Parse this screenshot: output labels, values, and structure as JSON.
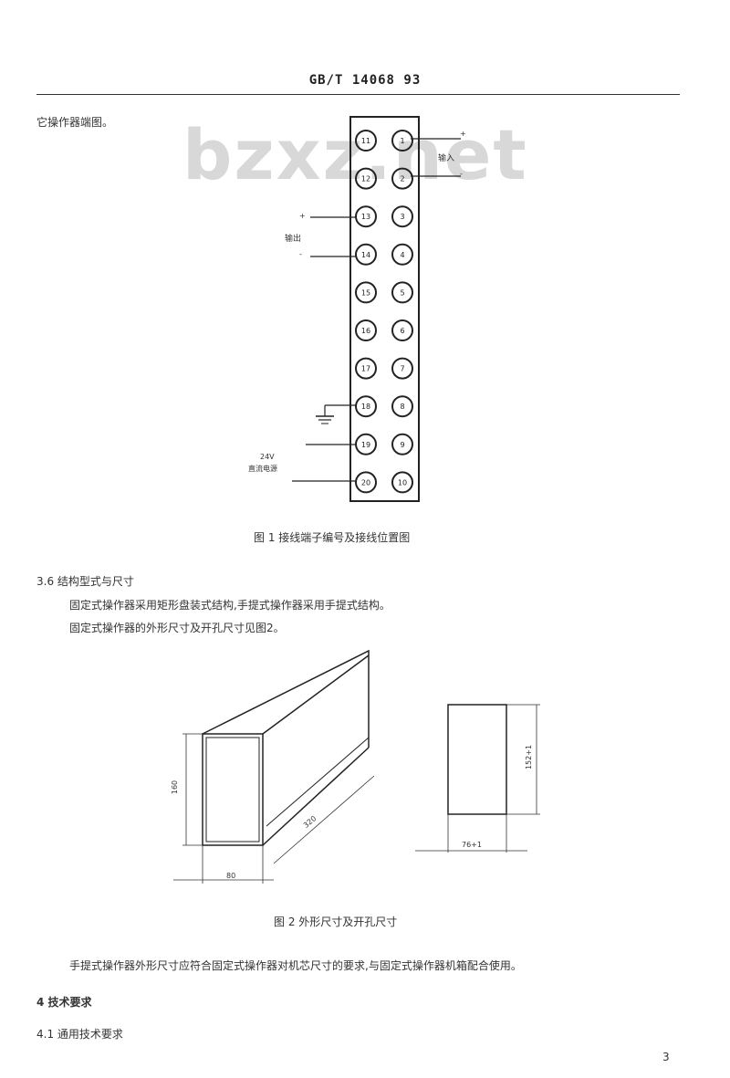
{
  "header": {
    "title": "GB/T 14068 93"
  },
  "watermark": "bzxz.net",
  "intro": "它操作器端图。",
  "figure1": {
    "caption": "图 1 接线端子编号及接线位置图",
    "left_terminals": [
      "11",
      "12",
      "13",
      "14",
      "15",
      "16",
      "17",
      "18",
      "19",
      "20"
    ],
    "right_terminals": [
      "1",
      "2",
      "3",
      "4",
      "5",
      "6",
      "7",
      "8",
      "9",
      "10"
    ],
    "input_label": "输入",
    "output_label": "输出",
    "plus": "+",
    "minus": "-",
    "power_label_1": "24V",
    "power_label_2": "直流电源"
  },
  "section_3_6": {
    "heading": "3.6 结构型式与尺寸",
    "line1": "固定式操作器采用矩形盘装式结构,手提式操作器采用手提式结构。",
    "line2": "固定式操作器的外形尺寸及开孔尺寸见图2。"
  },
  "figure2": {
    "caption": "图 2 外形尺寸及开孔尺寸",
    "dim_height": "160",
    "dim_length": "320",
    "dim_width": "80",
    "dim_cut_height": "152+1",
    "dim_cut_width": "76+1"
  },
  "para_portable": "手提式操作器外形尺寸应符合固定式操作器对机芯尺寸的要求,与固定式操作器机箱配合使用。",
  "section_4": {
    "heading": "4 技术要求"
  },
  "section_4_1": {
    "heading": "4.1 通用技术要求"
  },
  "page_number": "3"
}
